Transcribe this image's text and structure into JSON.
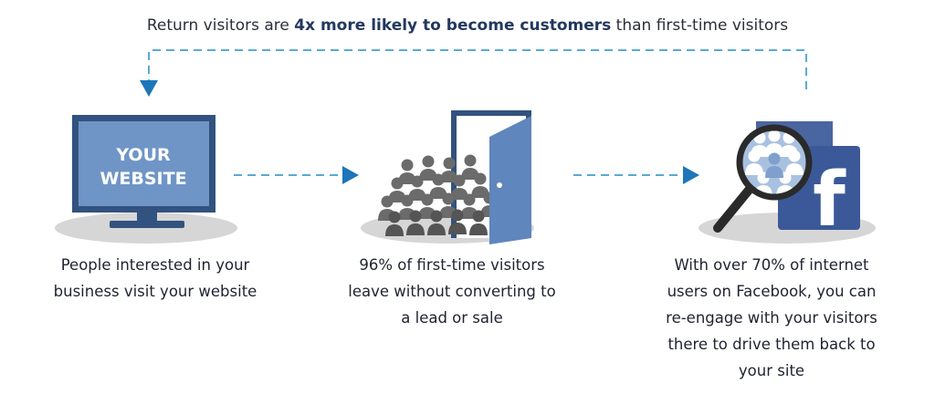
{
  "headline": {
    "prefix": "Return visitors are",
    "emphasis": "4x more likely to become customers",
    "suffix": "than first-time visitors"
  },
  "steps": [
    {
      "screen_line1": "YOUR",
      "screen_line2": "WEBSITE",
      "caption_lines": [
        "People interested in your",
        "business visit your website"
      ]
    },
    {
      "caption_lines": [
        "96% of first-time visitors",
        "leave without converting to",
        "a lead or sale"
      ]
    },
    {
      "logo_letter": "f",
      "caption_lines": [
        "With over 70% of internet",
        "users on Facebook, you can",
        "re-engage with your visitors",
        "there to drive them back to",
        "your site"
      ]
    }
  ],
  "colors": {
    "dash": "#5aa9d6",
    "arrow": "#1e75b9",
    "monitor_frame": "#32527f",
    "monitor_screen": "#6f95c6",
    "door": "#5f86bd",
    "people": "#6b6b6b",
    "facebook": "#3b5998",
    "shadow": "#d6d6d6"
  },
  "icons": [
    "monitor-icon",
    "crowd-icon",
    "door-icon",
    "magnifier-icon",
    "facebook-logo-icon"
  ]
}
